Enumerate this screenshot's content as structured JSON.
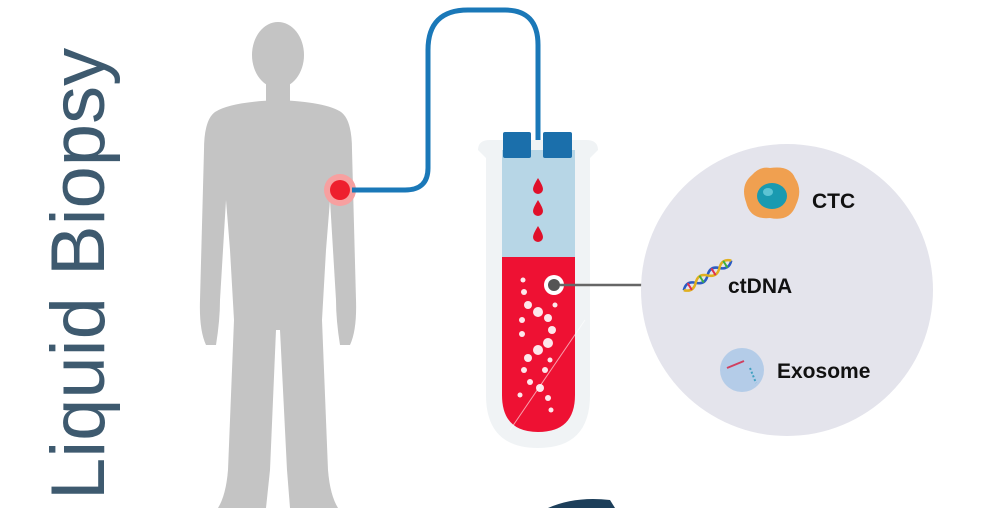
{
  "title": "Liquid Biopsy",
  "components": [
    {
      "label": "CTC",
      "icon": "tumor-cell-icon"
    },
    {
      "label": "ctDNA",
      "icon": "dna-icon"
    },
    {
      "label": "Exosome",
      "icon": "exosome-icon"
    }
  ],
  "colors": {
    "title": "#3e5a6f",
    "tube_line": "#1a78b8",
    "blood": "#ee1133",
    "plasma": "#b7d6e6",
    "cap": "#1b6fab",
    "silhouette": "#c4c4c4",
    "zoom_circle": "#e4e4ec"
  }
}
